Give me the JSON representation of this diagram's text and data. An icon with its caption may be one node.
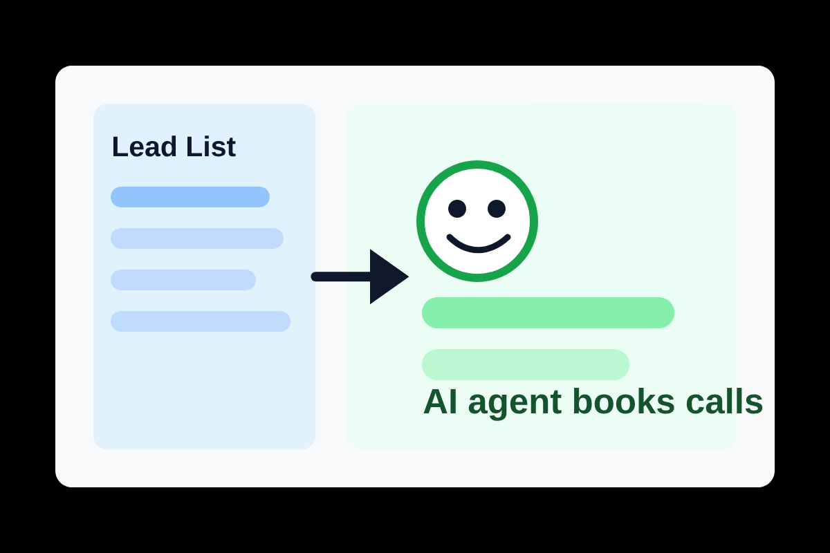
{
  "diagram": {
    "nodes": [
      {
        "text": [
          "Lead List"
        ]
      },
      {
        "text": [
          "AI agent books calls"
        ]
      },
      {
        "text": [],
        "shape": "picture",
        "in": 1
      }
    ],
    "edges": [
      {
        "from": 0,
        "to": 2,
        "arrow": "to"
      }
    ]
  }
}
